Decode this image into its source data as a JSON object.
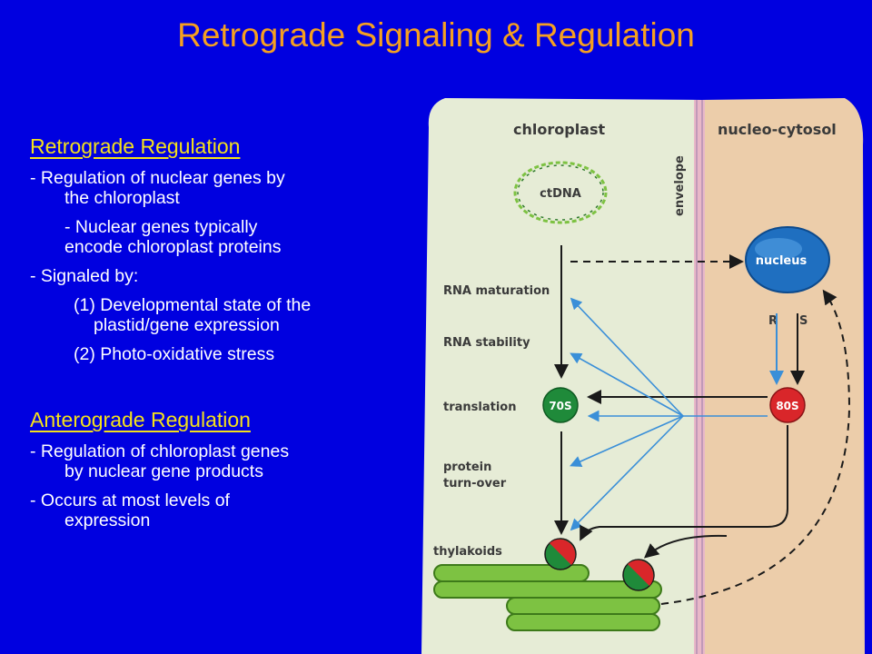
{
  "title": "Retrograde Signaling & Regulation",
  "retrograde": {
    "heading": "Retrograde Regulation",
    "item1": "- Regulation of nuclear genes by",
    "item1_cont": "the chloroplast",
    "item2": "- Nuclear genes typically",
    "item2_cont": "encode chloroplast proteins",
    "item3": "- Signaled by:",
    "signal1": "(1) Developmental state of the",
    "signal1_cont": "plastid/gene expression",
    "signal2": "(2) Photo-oxidative stress"
  },
  "anterograde": {
    "heading": "Anterograde Regulation",
    "item1": "- Regulation of chloroplast genes",
    "item1_cont": "by nuclear gene products",
    "item2": "- Occurs at most levels of",
    "item2_cont": "expression"
  },
  "diagram": {
    "chloroplast": "chloroplast",
    "nucleo_cytosol": "nucleo-cytosol",
    "envelope": "envelope",
    "ctdna": "ctDNA",
    "nucleus": "nucleus",
    "r": "R",
    "s": "S",
    "ribo70": "70S",
    "ribo80": "80S",
    "rna_maturation": "RNA maturation",
    "rna_stability": "RNA stability",
    "translation": "translation",
    "protein": "protein",
    "turnover": "turn-over",
    "thylakoids": "thylakoids"
  },
  "colors": {
    "background": "#0000e0",
    "title": "#f5a020",
    "heading": "#f5e11a",
    "chloroplast_fill": "#e6ecd6",
    "cytosol_fill": "#eccdaa",
    "envelope": "#e8b8c8",
    "nucleus": "#1f6fc0",
    "ribosome_70s": "#1f8a3a",
    "ribosome_80s": "#d9262a",
    "thylakoid": "#7dc242",
    "arrow_blue": "#3a8fd8"
  }
}
